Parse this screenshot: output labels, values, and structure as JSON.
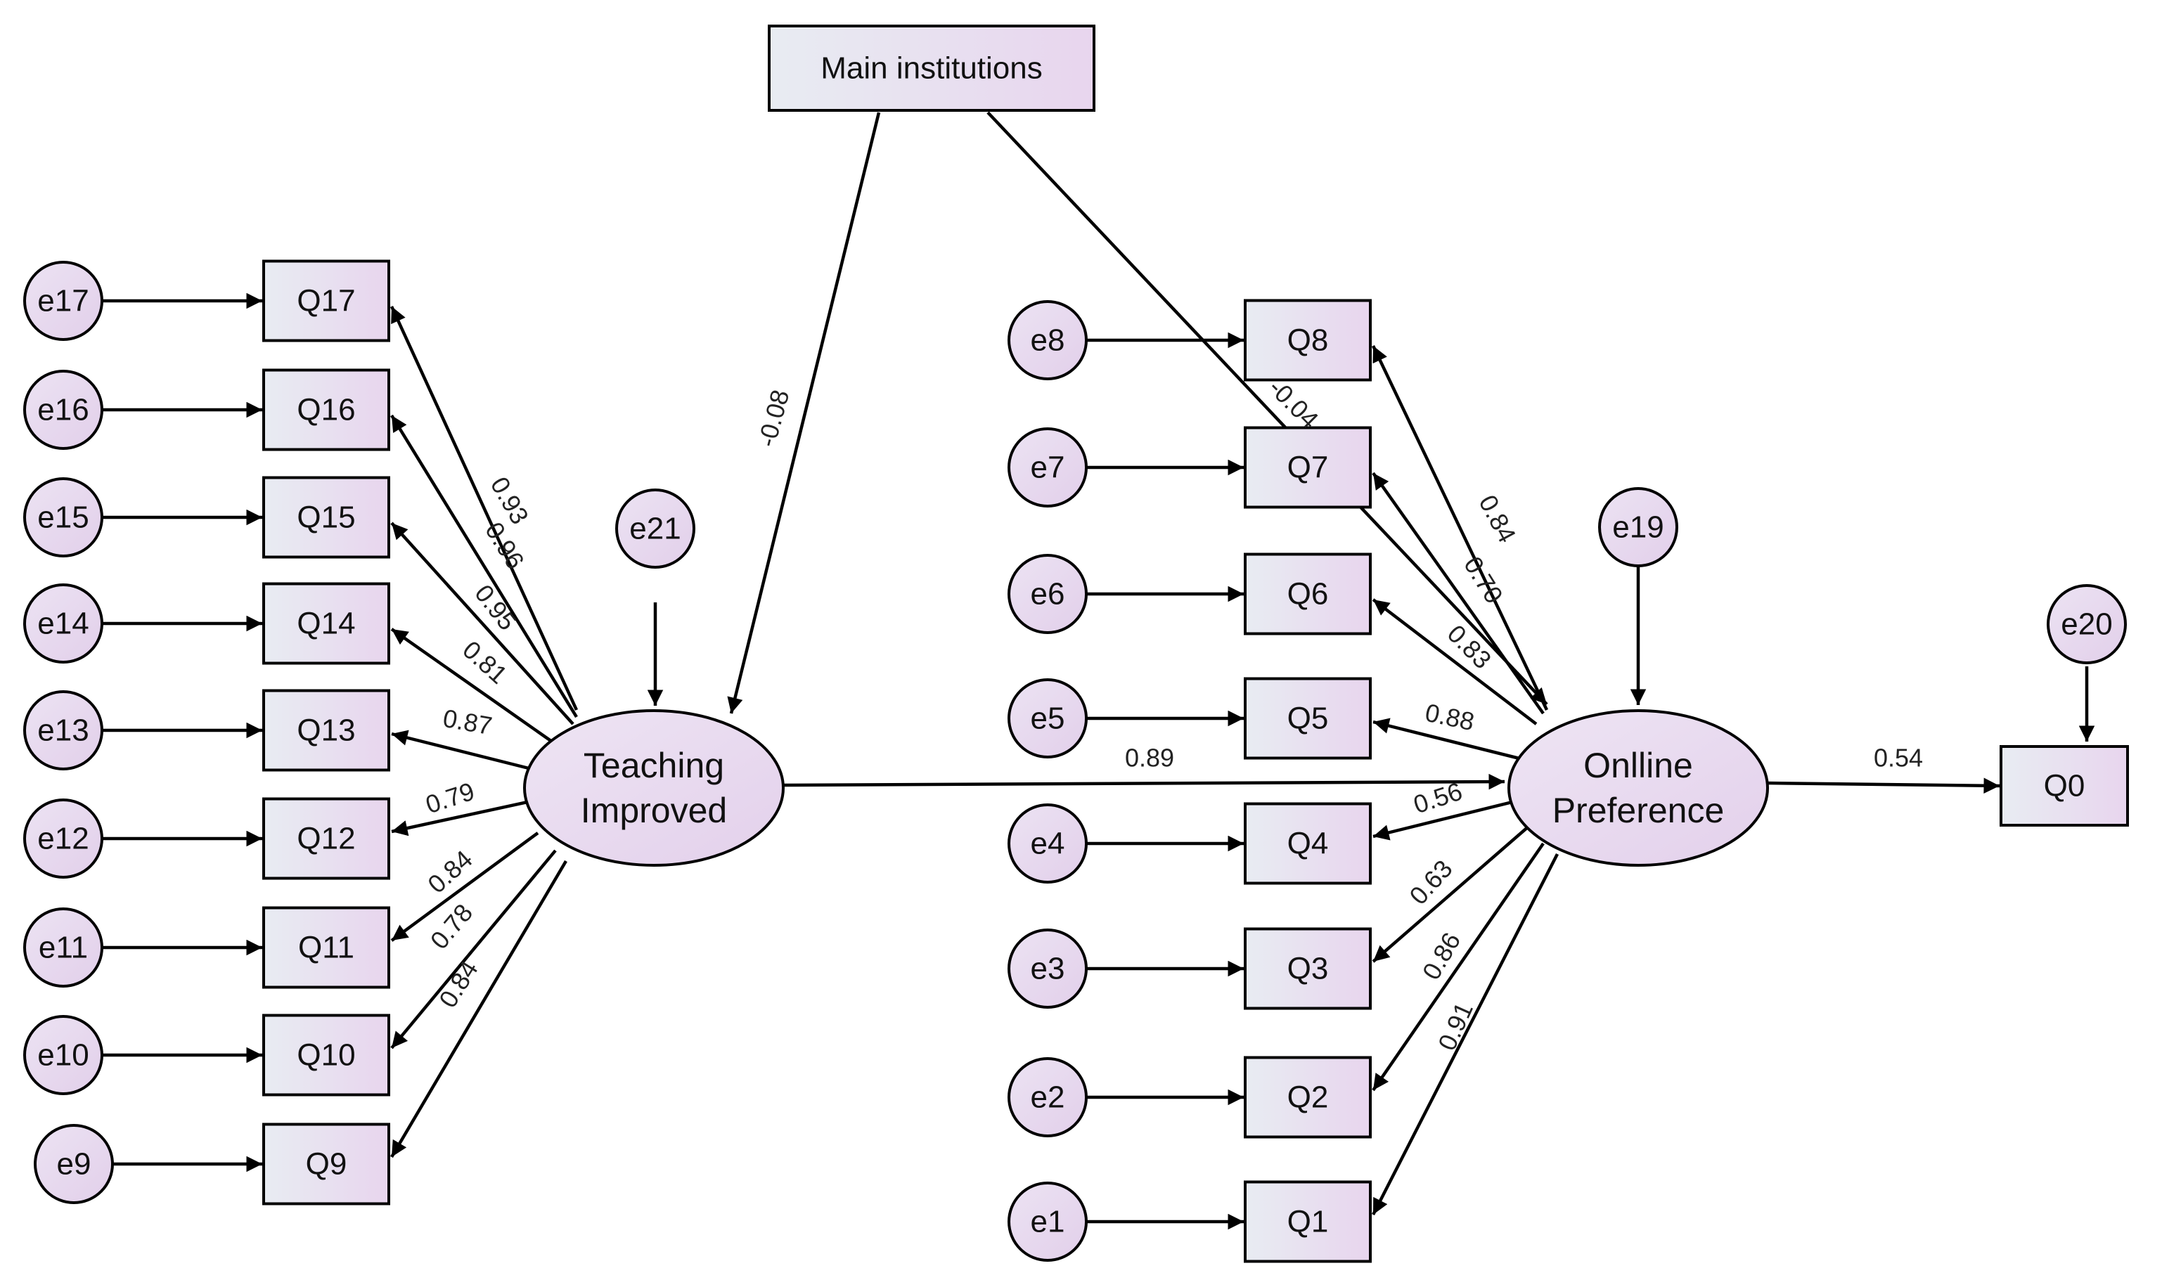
{
  "nodes": {
    "main": "Main institutions",
    "teaching": [
      "Teaching",
      "Improved"
    ],
    "online": [
      "Onlline",
      "Preference"
    ],
    "q0": "Q0",
    "e19": "e19",
    "e20": "e20",
    "e21": "e21",
    "left_items": [
      {
        "q": "Q17",
        "e": "e17",
        "w": "0.93"
      },
      {
        "q": "Q16",
        "e": "e16",
        "w": "0.96"
      },
      {
        "q": "Q15",
        "e": "e15",
        "w": "0.95"
      },
      {
        "q": "Q14",
        "e": "e14",
        "w": "0.81"
      },
      {
        "q": "Q13",
        "e": "e13",
        "w": "0.87"
      },
      {
        "q": "Q12",
        "e": "e12",
        "w": "0.79"
      },
      {
        "q": "Q11",
        "e": "e11",
        "w": "0.84"
      },
      {
        "q": "Q10",
        "e": "e10",
        "w": "0.78"
      },
      {
        "q": "Q9",
        "e": "e9",
        "w": "0.84"
      }
    ],
    "right_items": [
      {
        "q": "Q8",
        "e": "e8",
        "w": "0.84"
      },
      {
        "q": "Q7",
        "e": "e7",
        "w": "0.70"
      },
      {
        "q": "Q6",
        "e": "e6",
        "w": "0.83"
      },
      {
        "q": "Q5",
        "e": "e5",
        "w": "0.88"
      },
      {
        "q": "Q4",
        "e": "e4",
        "w": "0.56"
      },
      {
        "q": "Q3",
        "e": "e3",
        "w": "0.63"
      },
      {
        "q": "Q2",
        "e": "e2",
        "w": "0.86"
      },
      {
        "q": "Q1",
        "e": "e1",
        "w": "0.91"
      }
    ]
  },
  "paths": {
    "main_to_teaching": "-0.08",
    "main_to_online": "-0.04",
    "teaching_to_online": "0.89",
    "online_to_q0": "0.54"
  },
  "colors": {
    "box_fill_start": "#e9ecf3",
    "box_fill_end": "#e8d6ee",
    "circle_fill": "#e8d8ef",
    "stroke": "#000000"
  }
}
